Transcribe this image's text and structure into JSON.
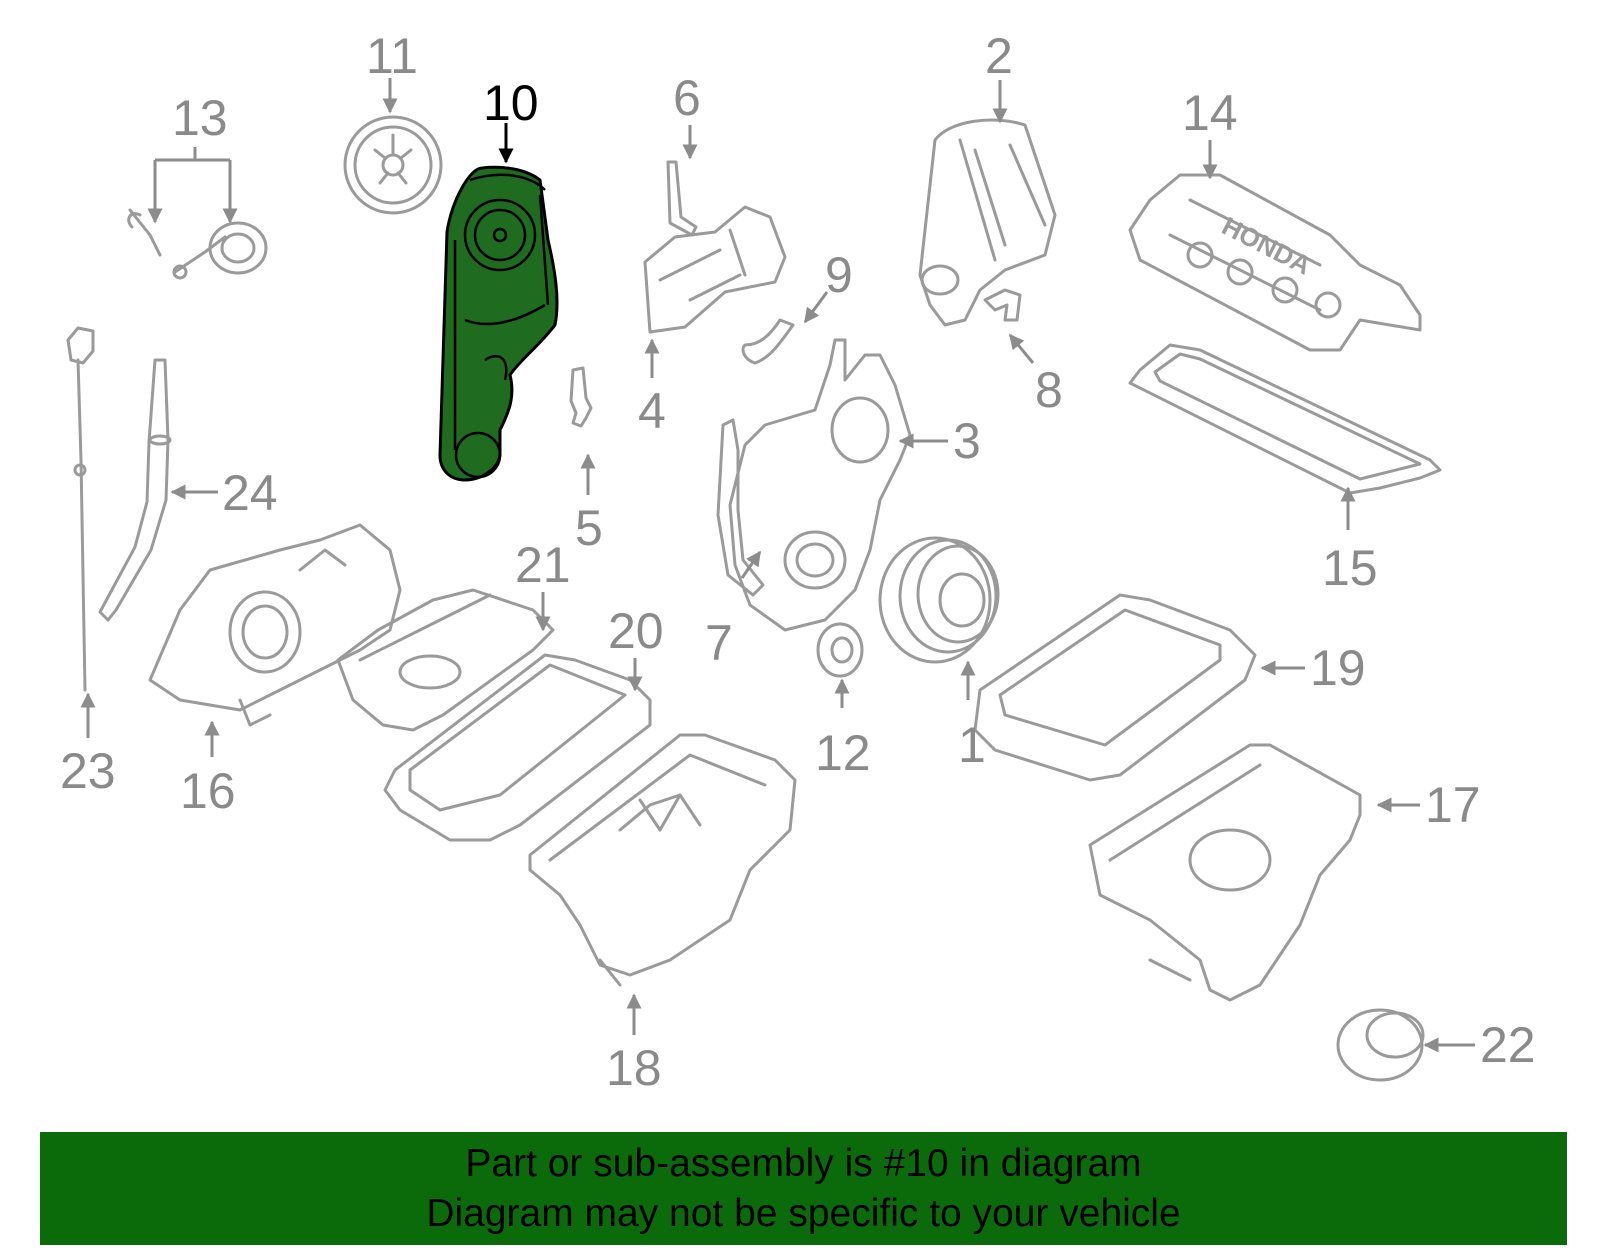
{
  "diagram": {
    "highlighted_part": "10",
    "callouts": [
      "1",
      "2",
      "3",
      "4",
      "5",
      "6",
      "7",
      "8",
      "9",
      "10",
      "11",
      "12",
      "13",
      "14",
      "15",
      "16",
      "17",
      "18",
      "19",
      "20",
      "21",
      "22",
      "23",
      "24"
    ],
    "brand_marking": "HONDA",
    "colors": {
      "highlight_fill": "#1f6b1f",
      "line_art": "#9a9a9a",
      "banner": "#0b6b0b"
    }
  },
  "banner": {
    "line1": "Part or sub-assembly is #10 in diagram",
    "line2": "Diagram may not be specific to your vehicle"
  }
}
